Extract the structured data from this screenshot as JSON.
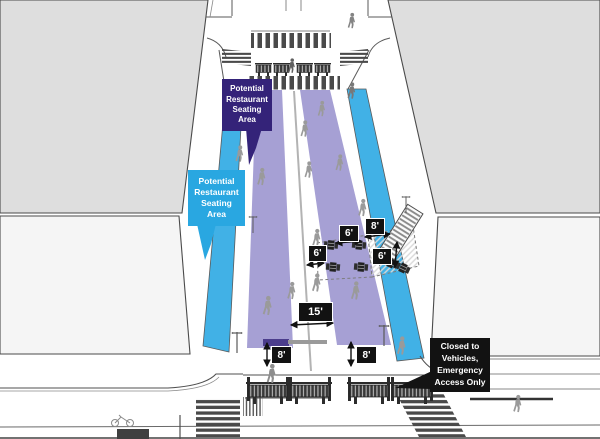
{
  "diagram": {
    "type": "street-plan-perspective",
    "callouts": {
      "seating_sidewalk": {
        "lines": [
          "Potential",
          "Restaurant",
          "Seating",
          "Area"
        ],
        "color_key": "calloutBlue"
      },
      "seating_street": {
        "lines": [
          "Potential",
          "Restaurant",
          "Seating",
          "Area"
        ],
        "color_key": "calloutPurple"
      },
      "closed_street": {
        "lines": [
          "Closed to",
          "Vehicles,",
          "Emergency",
          "Access Only"
        ],
        "color_key": "labelBg"
      }
    },
    "measurements": {
      "seating_depth_left": "6'",
      "seating_width": "6'",
      "shed_walkway": "8'",
      "seating_depth_right": "6'",
      "center_lane": "15'",
      "buffer_left": "8'",
      "buffer_right": "8'"
    },
    "colors": {
      "buildingFar": "#dedede",
      "buildingNear": "#f5f5f5",
      "outline": "#4a4a4a",
      "blue": "#41b1e6",
      "purple": "#a6a0d4",
      "purpleDark": "#4b3d8c",
      "calloutPurple": "#342379",
      "calloutBlue": "#29a7e1",
      "labelBg": "#121212",
      "labelText": "#ffffff",
      "figure": "#9a9a9a",
      "stripe": "#4a4a4a",
      "barrier": "#383838",
      "hatchLine": "#d8d8d8",
      "laneLine": "#b3b3b3"
    },
    "icons": [
      "person-icon",
      "street-lamp-icon",
      "barricade-icon",
      "cafe-table-icon",
      "sidewalk-shed-icon",
      "bicycle-icon"
    ]
  }
}
